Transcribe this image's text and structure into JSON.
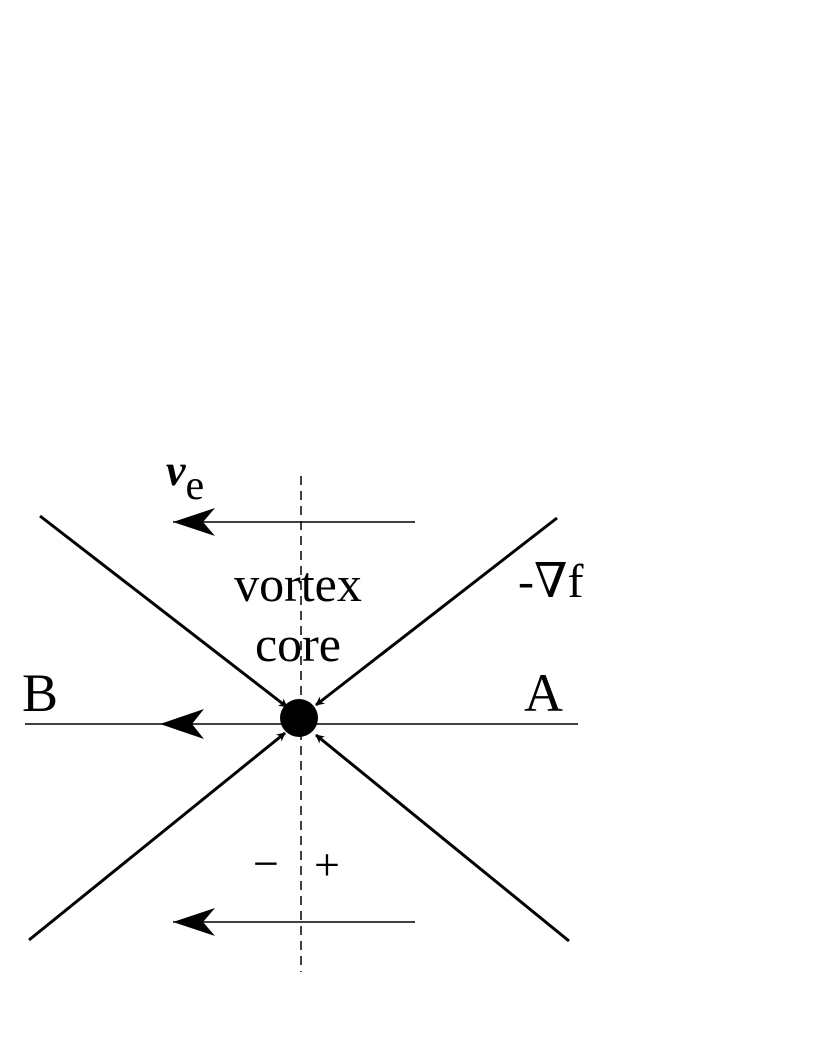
{
  "labels": {
    "velocity_symbol": "v",
    "velocity_subscript": "e",
    "gradient": "-∇f",
    "core_line1": "vortex",
    "core_line2": "core",
    "point_b": "B",
    "point_a": "A",
    "minus_sign": "−",
    "plus_sign": "+"
  },
  "colors": {
    "ink": "#000000",
    "background": "#ffffff"
  }
}
